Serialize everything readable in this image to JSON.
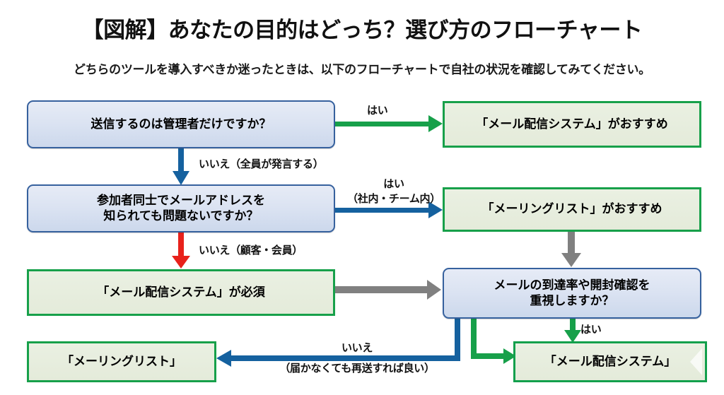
{
  "page": {
    "title": "【図解】あなたの目的はどっち？選び方のフローチャート",
    "subtitle": "どちらのツールを導入すべきか迷ったときは、以下のフローチャートで自社の状況を確認してみてください。"
  },
  "colors": {
    "decision_fill": "#dbe3f2",
    "decision_border": "#36619e",
    "outcome_fill": "#e4ebda",
    "outcome_border": "#17a04a",
    "arrow_green": "#17a04a",
    "arrow_blue": "#15619f",
    "arrow_red": "#e8211b",
    "arrow_gray": "#808080",
    "text": "#111111"
  },
  "nodes": {
    "q1": {
      "type": "decision",
      "line1": "送信するのは管理者だけですか？"
    },
    "q2": {
      "type": "decision",
      "line1": "参加者同士でメールアドレスを",
      "line2": "知られても問題ないですか？"
    },
    "q3": {
      "type": "decision",
      "line1": "メールの到達率や開封確認を",
      "line2": "重視しますか？"
    },
    "r1": {
      "type": "outcome",
      "line1": "「メール配信システム」がおすすめ"
    },
    "r2": {
      "type": "outcome",
      "line1": "「メーリングリスト」がおすすめ"
    },
    "r3": {
      "type": "outcome",
      "line1": "「メール配信システム」が必須"
    },
    "r4": {
      "type": "outcome",
      "line1": "「メーリングリスト」"
    },
    "r5": {
      "type": "outcome",
      "line1": "「メール配信システム」"
    }
  },
  "edges": {
    "q1_yes": {
      "label": "はい",
      "color": "green",
      "from": "q1",
      "to": "r1"
    },
    "q1_no": {
      "label": "いいえ（全員が発言する）",
      "color": "blue",
      "from": "q1",
      "to": "q2"
    },
    "q2_yes": {
      "label": "はい",
      "label2": "（社内・チーム内）",
      "color": "blue",
      "from": "q2",
      "to": "r2"
    },
    "q2_no": {
      "label": "いいえ（顧客・会員）",
      "color": "red",
      "from": "q2",
      "to": "r3"
    },
    "r2_down": {
      "label": "",
      "color": "gray",
      "from": "r2",
      "to": "q3"
    },
    "r3_right": {
      "label": "",
      "color": "gray",
      "from": "r3",
      "to": "q3"
    },
    "q3_yes": {
      "label": "はい",
      "color": "green",
      "from": "q3",
      "to": "r5"
    },
    "q3_no": {
      "label": "いいえ",
      "label2": "（届かなくても再送すれば良い）",
      "color": "blue",
      "from": "q3",
      "to": "r4"
    },
    "q3_green_left": {
      "label": "",
      "color": "green",
      "from": "q3",
      "to": "r5"
    }
  }
}
